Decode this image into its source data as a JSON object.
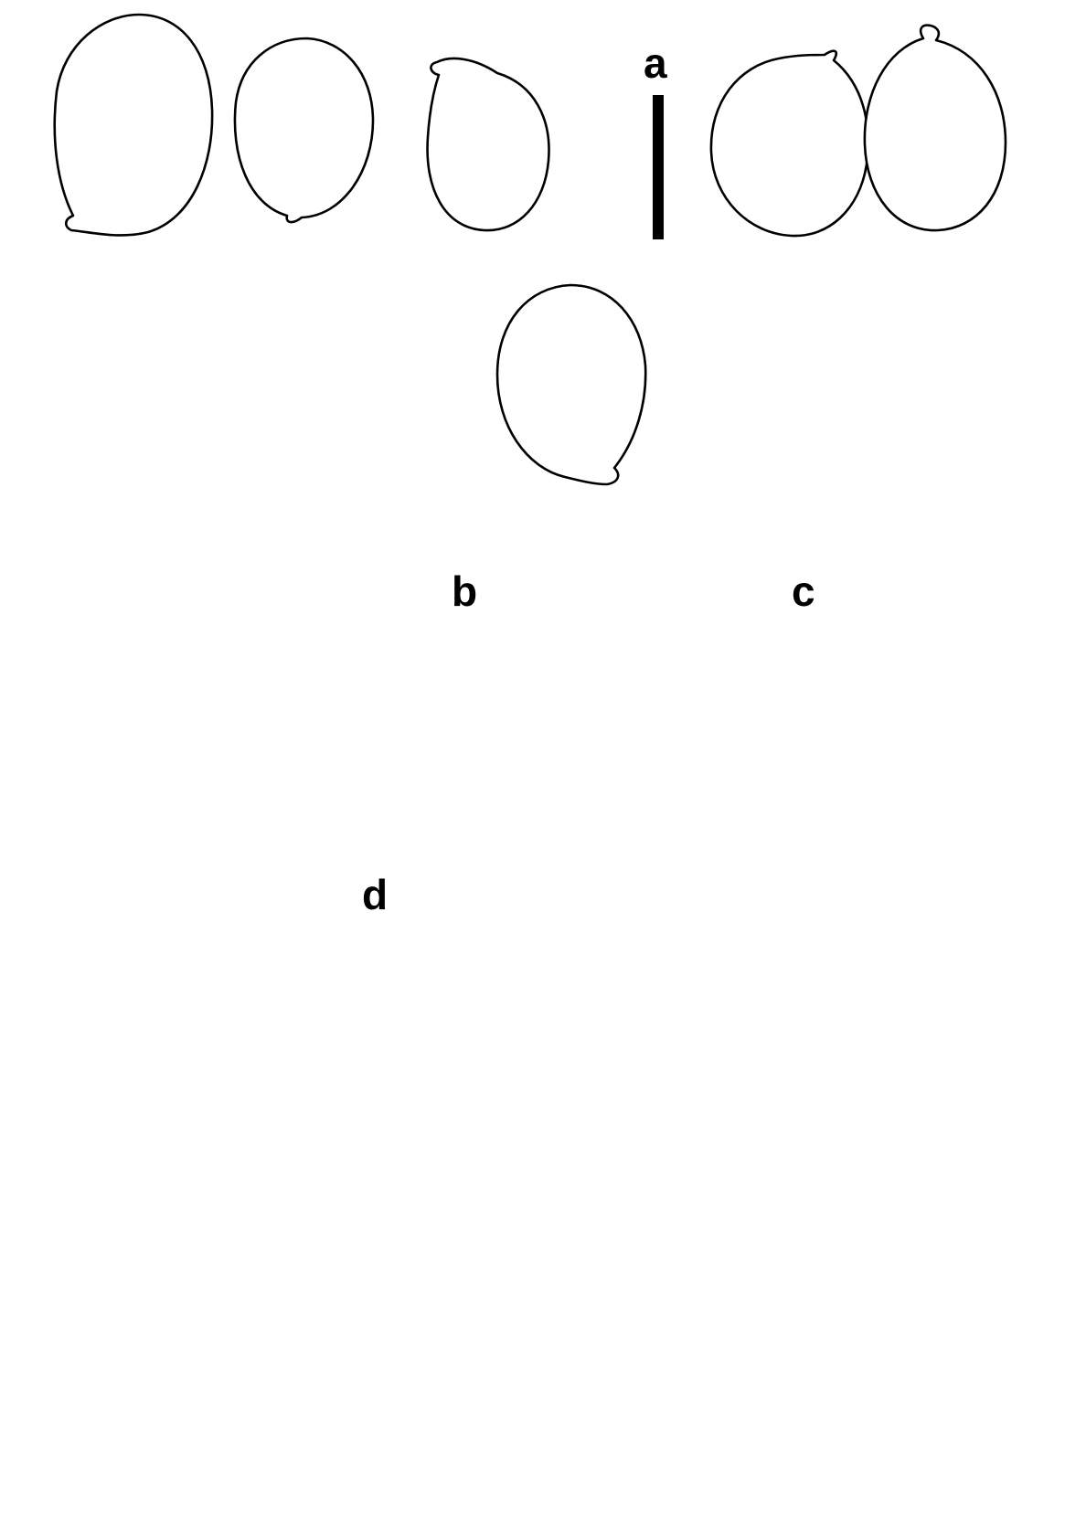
{
  "panels": {
    "a": {
      "label": "a"
    },
    "b": {
      "label": "b"
    },
    "c": {
      "label": "c"
    },
    "d": {
      "label": "d"
    }
  },
  "colors": {
    "ink": "#000000",
    "paper": "#ffffff"
  }
}
